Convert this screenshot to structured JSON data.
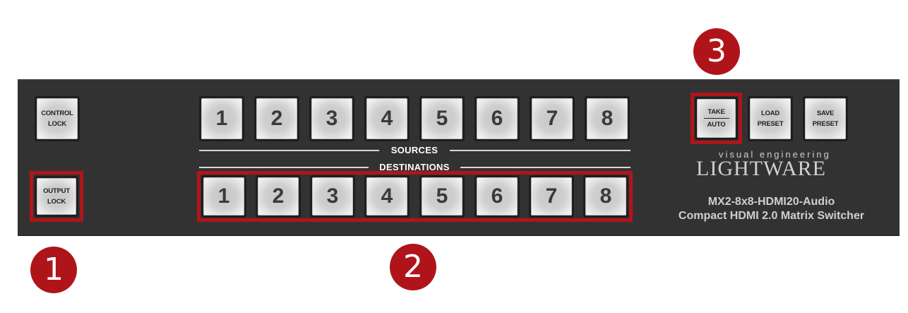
{
  "panel": {
    "control_lock": [
      "CONTROL",
      "LOCK"
    ],
    "output_lock": [
      "OUTPUT",
      "LOCK"
    ],
    "sources_label": "SOURCES",
    "destinations_label": "DESTINATIONS",
    "sources": [
      "1",
      "2",
      "3",
      "4",
      "5",
      "6",
      "7",
      "8"
    ],
    "destinations": [
      "1",
      "2",
      "3",
      "4",
      "5",
      "6",
      "7",
      "8"
    ],
    "take_auto": [
      "TAKE",
      "AUTO"
    ],
    "load_preset": [
      "LOAD",
      "PRESET"
    ],
    "save_preset": [
      "SAVE",
      "PRESET"
    ]
  },
  "brand": {
    "tagline": "visual engineering",
    "name": "LIGHTWARE",
    "model": "MX2-8x8-HDMI20-Audio",
    "description": "Compact HDMI 2.0 Matrix Switcher"
  },
  "callouts": [
    "1",
    "2",
    "3"
  ],
  "colors": {
    "panel": "#323232",
    "highlight": "#b0141b",
    "button_face": "#e6e6e6"
  }
}
